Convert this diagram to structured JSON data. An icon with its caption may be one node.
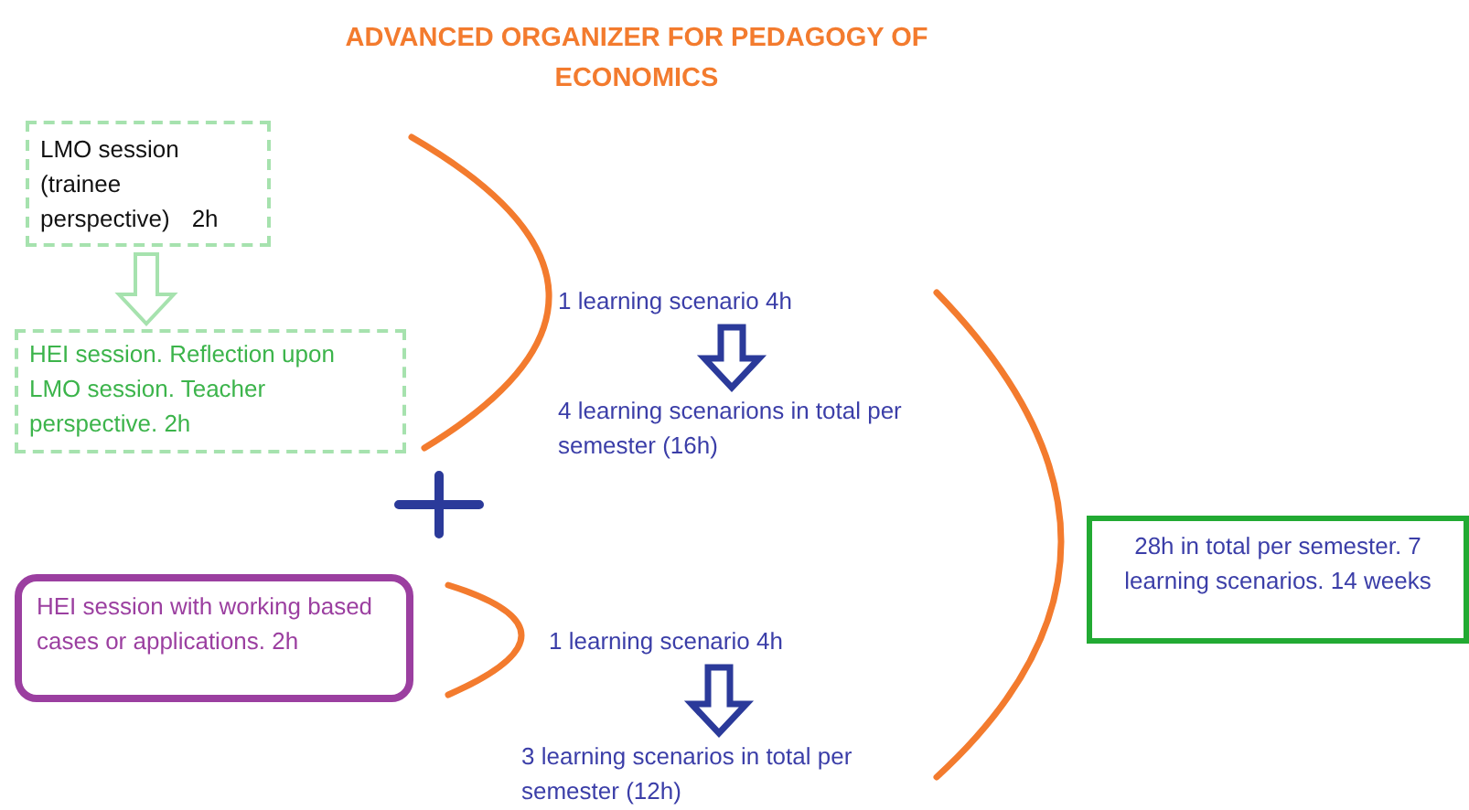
{
  "diagram": {
    "title": "ADVANCED ORGANIZER FOR PEDAGOGY OF ECONOMICS",
    "nodes": [
      {
        "text": [
          "LMO session (trainee perspective)",
          "2h"
        ]
      },
      {
        "text": [
          "HEI session. Reflection upon LMO session. Teacher perspective. 2h"
        ]
      },
      {
        "text": [
          "1 learning scenario 4h"
        ]
      },
      {
        "text": [
          "4 learning scenarions in total per semester (16h)"
        ]
      },
      {
        "text": [
          "HEI session with working based cases or applications. 2h"
        ]
      },
      {
        "text": [
          "1 learning scenario 4h"
        ]
      },
      {
        "text": [
          "3 learning scenarios in total per semester (12h)"
        ]
      },
      {
        "text": [
          "28h in total per semester. 7 learning scenarios. 14 weeks"
        ]
      }
    ],
    "edges": [
      {
        "from": 0,
        "to": 1,
        "arrow": "to",
        "color": "#a6e2ae"
      },
      {
        "from": 2,
        "to": 3,
        "arrow": "to"
      },
      {
        "from": 5,
        "to": 6,
        "arrow": "to"
      }
    ]
  }
}
